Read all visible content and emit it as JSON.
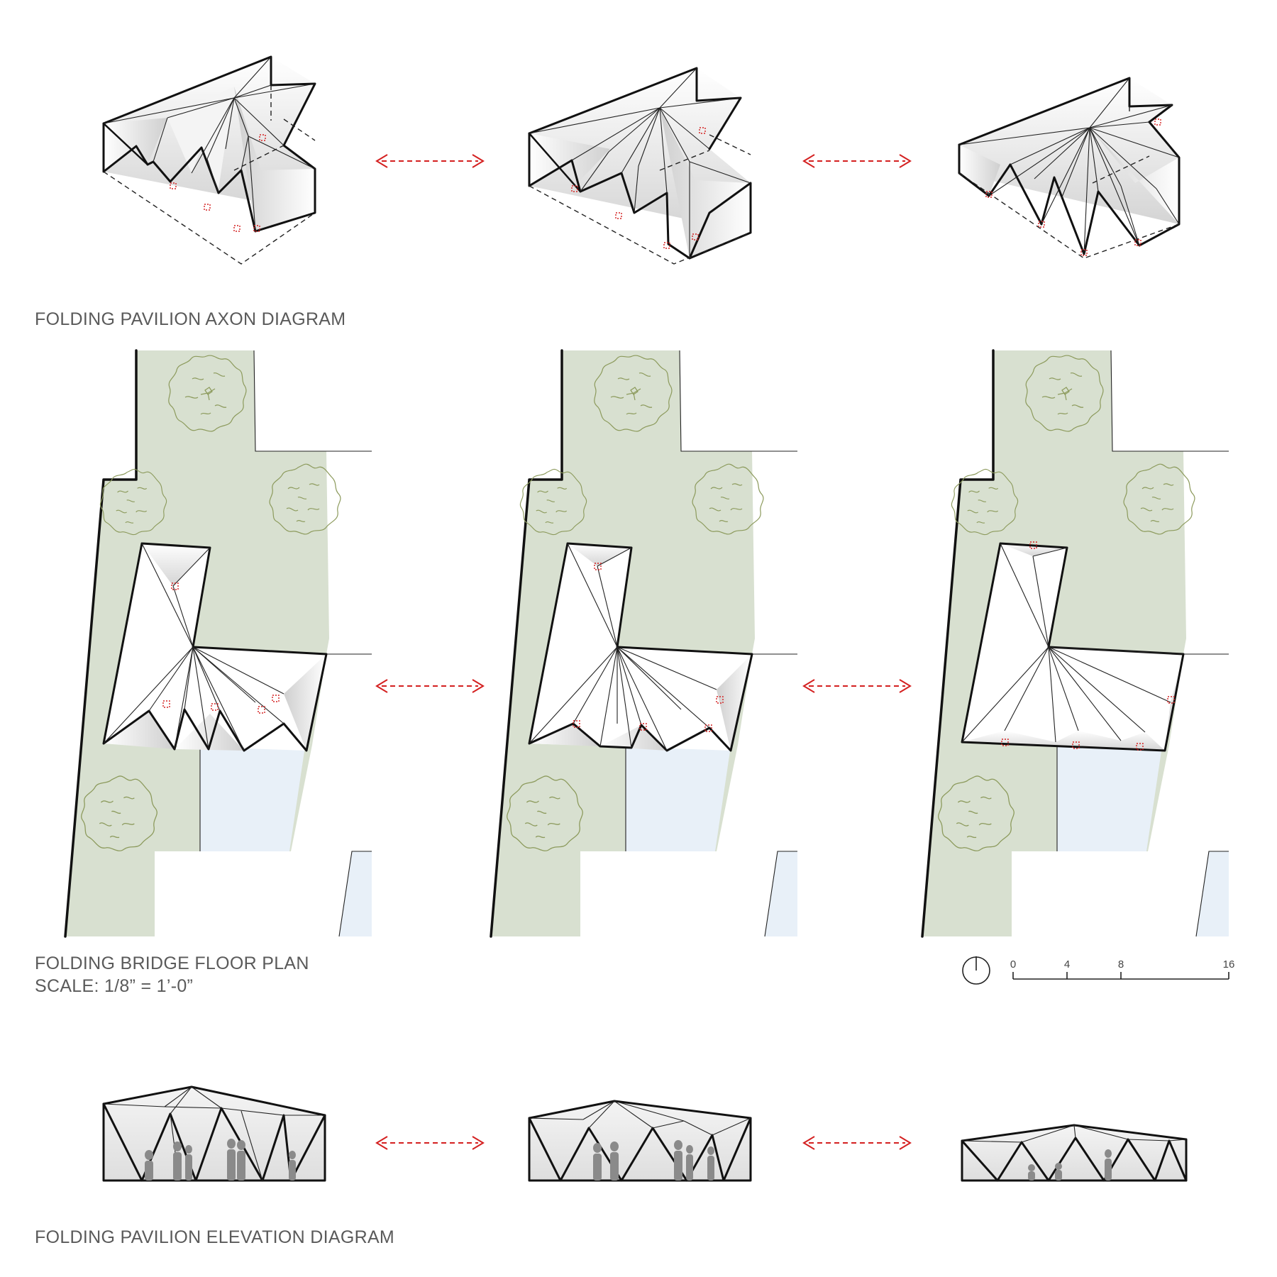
{
  "labels": {
    "axon": "FOLDING PAVILION AXON DIAGRAM",
    "plan_title": "FOLDING BRIDGE FLOOR PLAN",
    "plan_scale": "SCALE: 1/8” = 1’-0”",
    "elevation": "FOLDING PAVILION ELEVATION DIAGRAM"
  },
  "scale_bar": {
    "ticks": [
      "0",
      "4",
      "8",
      "16"
    ]
  },
  "icons": {
    "north_arrow": "north-arrow-icon",
    "transition_arrow": "double-headed-arrow-icon"
  },
  "colors": {
    "arrow": "#d42020",
    "grass": "#d8e0d0",
    "water": "#e8f0f8",
    "tree": "#8c9a5c",
    "ink": "#111111",
    "text": "#5a5a5a"
  }
}
